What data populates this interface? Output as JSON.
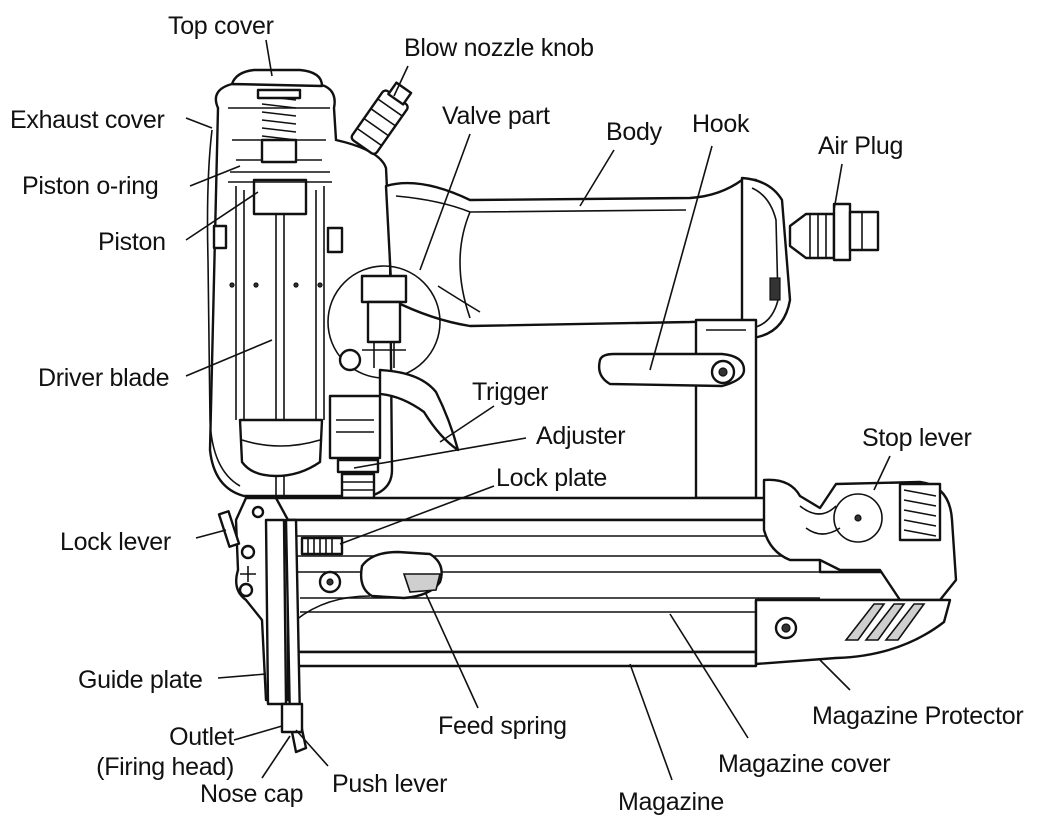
{
  "title": "",
  "parts": [
    {
      "id": "top-cover",
      "label": "Top cover"
    },
    {
      "id": "blow-nozzle-knob",
      "label": "Blow nozzle knob"
    },
    {
      "id": "exhaust-cover",
      "label": "Exhaust cover"
    },
    {
      "id": "valve-part",
      "label": "Valve part"
    },
    {
      "id": "body",
      "label": "Body"
    },
    {
      "id": "hook",
      "label": "Hook"
    },
    {
      "id": "air-plug",
      "label": "Air Plug"
    },
    {
      "id": "piston-o-ring",
      "label": "Piston o-ring"
    },
    {
      "id": "piston",
      "label": "Piston"
    },
    {
      "id": "driver-blade",
      "label": "Driver blade"
    },
    {
      "id": "trigger",
      "label": "Trigger"
    },
    {
      "id": "adjuster",
      "label": "Adjuster"
    },
    {
      "id": "stop-lever",
      "label": "Stop lever"
    },
    {
      "id": "lock-plate",
      "label": "Lock plate"
    },
    {
      "id": "lock-lever",
      "label": "Lock lever"
    },
    {
      "id": "guide-plate",
      "label": "Guide plate"
    },
    {
      "id": "feed-spring",
      "label": "Feed spring"
    },
    {
      "id": "magazine-protector",
      "label": "Magazine Protector"
    },
    {
      "id": "outlet",
      "label": "Outlet\n(Firing head)"
    },
    {
      "id": "push-lever",
      "label": "Push lever"
    },
    {
      "id": "magazine-cover",
      "label": "Magazine cover"
    },
    {
      "id": "magazine",
      "label": "Magazine"
    },
    {
      "id": "nose-cap",
      "label": "Nose cap"
    }
  ]
}
